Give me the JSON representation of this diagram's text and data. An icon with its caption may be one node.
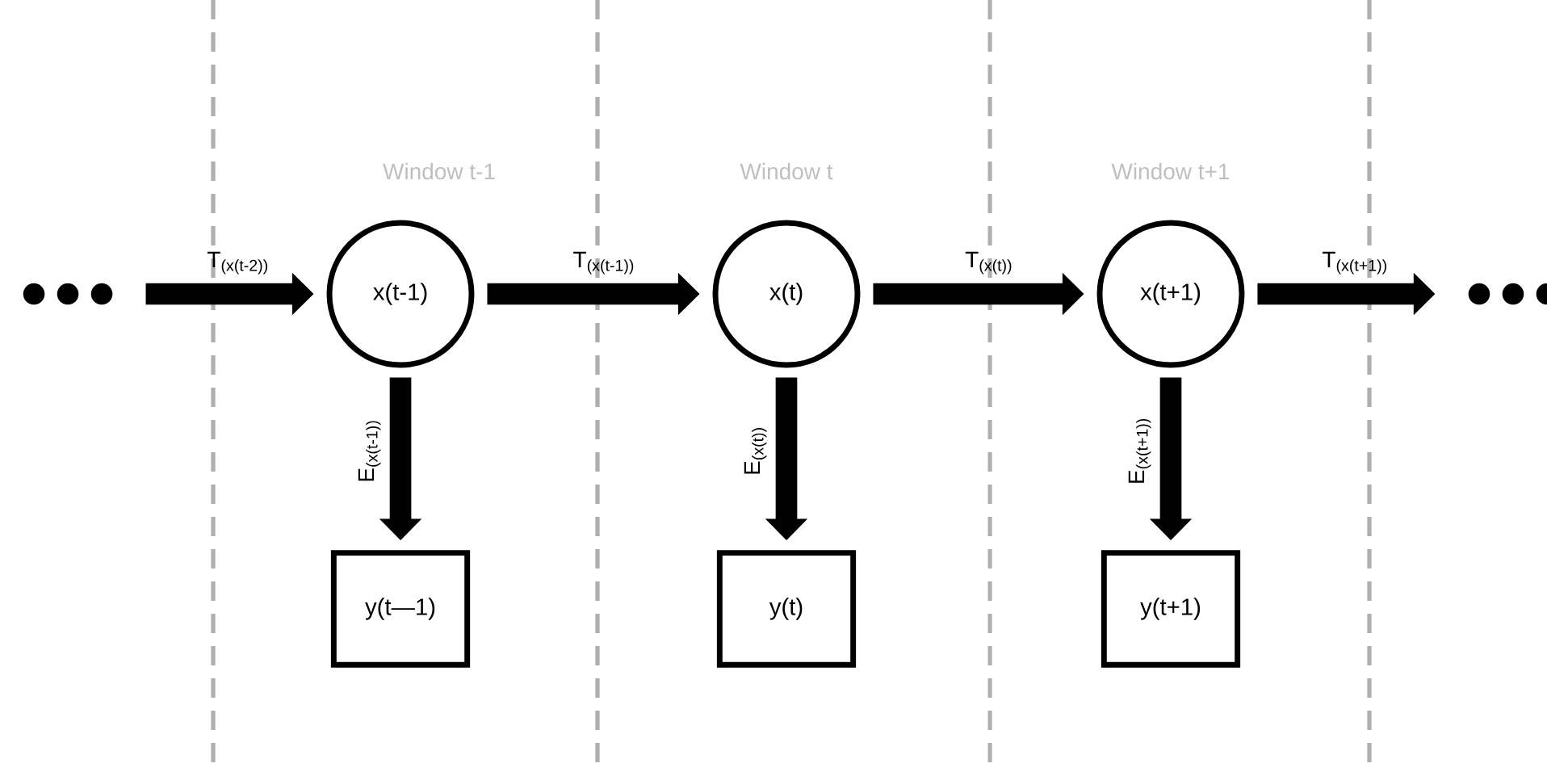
{
  "diagram": {
    "nodes": [
      {
        "text": [],
        "shape": "dots"
      },
      {
        "text": [
          "x(t-1)"
        ]
      },
      {
        "text": [
          "x(t)"
        ]
      },
      {
        "text": [
          "x(t+1)"
        ]
      },
      {
        "text": [],
        "shape": "dots"
      },
      {
        "text": [
          "y(t—1)"
        ]
      },
      {
        "text": [
          "y(t)"
        ]
      },
      {
        "text": [
          "y(t+1)"
        ]
      }
    ],
    "edges": [
      {
        "from": 0,
        "to": 1,
        "arrow": "to",
        "label": "T$_{(x(t-2))}$"
      },
      {
        "from": 1,
        "to": 2,
        "arrow": "to",
        "label": "T$_{(x(t-1))}$"
      },
      {
        "from": 2,
        "to": 3,
        "arrow": "to",
        "label": "T$_{(x(t))}$"
      },
      {
        "from": 3,
        "to": 4,
        "arrow": "to",
        "label": "T$_{(x(t+1))}$"
      },
      {
        "from": 1,
        "to": 5,
        "arrow": "to",
        "label": "E$_{(x(t-1))}$"
      },
      {
        "from": 2,
        "to": 6,
        "arrow": "to",
        "label": "E$_{(x(t))}$"
      },
      {
        "from": 3,
        "to": 7,
        "arrow": "to",
        "label": "E$_{(x(t+1))}$"
      }
    ],
    "labels": [
      "Window t-1",
      "Window t",
      "Window t+1"
    ]
  }
}
